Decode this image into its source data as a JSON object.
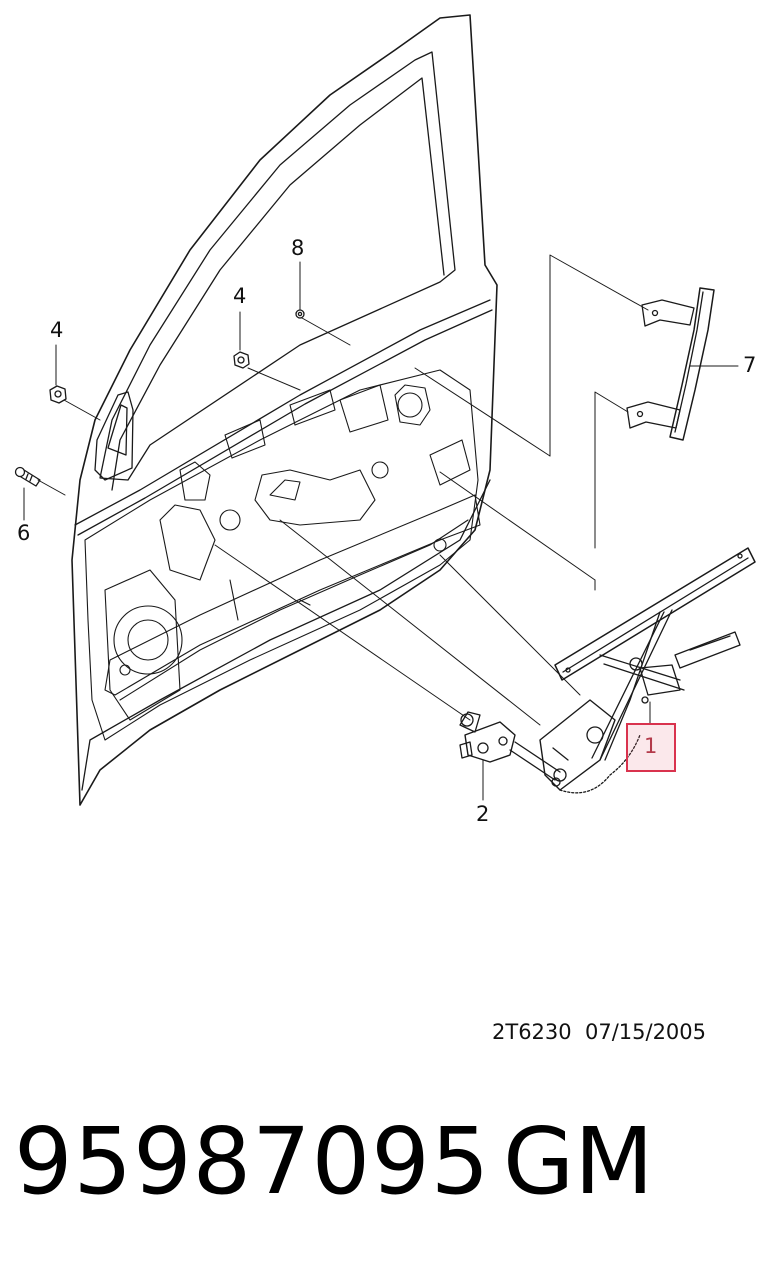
{
  "diagram": {
    "callouts": [
      {
        "id": "c8",
        "text": "8"
      },
      {
        "id": "c4a",
        "text": "4"
      },
      {
        "id": "c4b",
        "text": "4"
      },
      {
        "id": "c6",
        "text": "6"
      },
      {
        "id": "c7",
        "text": "7"
      },
      {
        "id": "c1",
        "text": "1",
        "highlighted": true
      },
      {
        "id": "c2",
        "text": "2"
      }
    ],
    "highlight_color": "#d9334e",
    "drawing_code": "2T6230  07/15/2005"
  },
  "footer": {
    "part_number": "95987095",
    "brand": "GM"
  }
}
